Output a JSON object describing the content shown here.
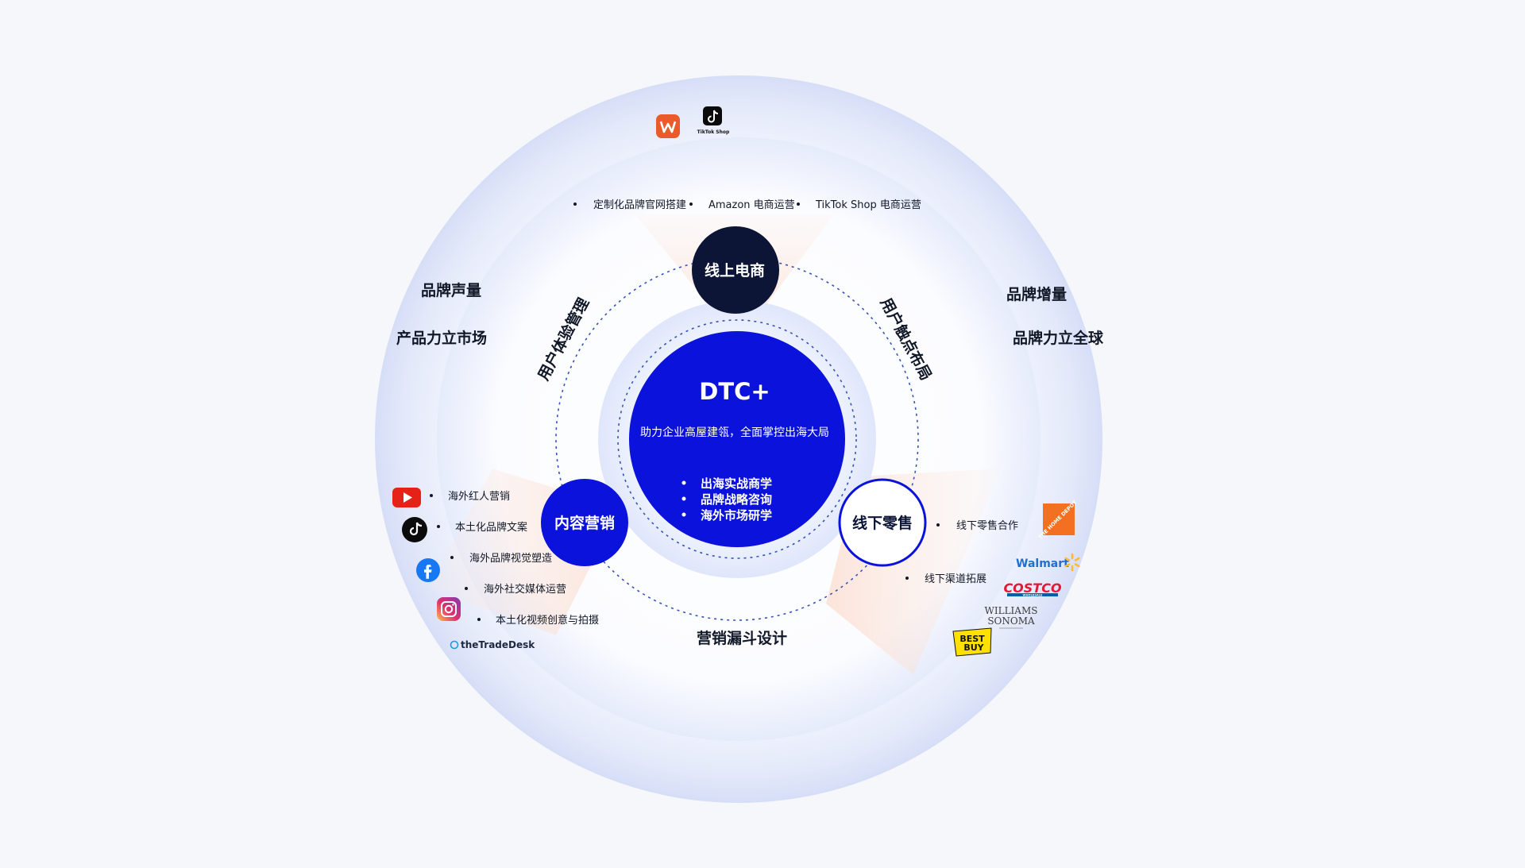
{
  "center": {
    "title": "DTC+",
    "subtitle": "助力企业高屋建瓴，全面掌控出海大局",
    "bullets": [
      "出海实战商学",
      "品牌战略咨询",
      "海外市场研学"
    ]
  },
  "nodes": {
    "online": "线上电商",
    "content": "内容营销",
    "offline": "线下零售"
  },
  "ring_labels": {
    "left": "用户体验管理",
    "right": "用户触点布局",
    "bottom": "营销漏斗设计"
  },
  "outer_labels": {
    "left_top": "品牌声量",
    "left_bottom": "产品力立市场",
    "right_top": "品牌增量",
    "right_bottom": "品牌力立全球"
  },
  "online_items": [
    "定制化品牌官网搭建",
    "Amazon 电商运营",
    "TikTok Shop 电商运营"
  ],
  "content_items": [
    "海外红人营销",
    "本土化品牌文案",
    "海外品牌视觉塑造",
    "海外社交媒体运营",
    "本土化视频创意与拍摄"
  ],
  "offline_items": [
    "线下零售合作",
    "线下渠道拓展"
  ],
  "logos": {
    "tiktok_shop": "TikTok Shop",
    "the_trade_desk": "theTradeDesk",
    "walmart": "Walmart",
    "costco": "COSTCO",
    "costco_sub": "WHOLESALE",
    "williams_sonoma_1": "WILLIAMS",
    "williams_sonoma_2": "SONOMA",
    "best_buy_1": "BEST",
    "best_buy_2": "BUY",
    "home_depot": "THE HOME DEPOT"
  },
  "colors": {
    "background": "#f6f7fb",
    "center_blue": "#0a12dc",
    "navy": "#0c1535",
    "dashed": "#3553b8",
    "text": "#111827"
  }
}
